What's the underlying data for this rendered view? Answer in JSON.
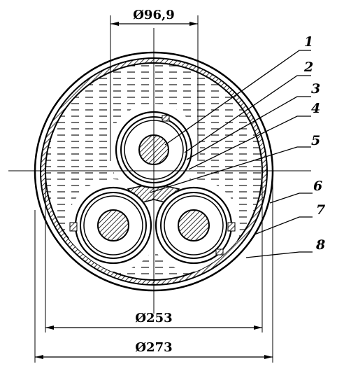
{
  "dimensions": {
    "inner_core_spacing": "Ø96,9",
    "inner_diameter": "Ø253",
    "outer_diameter": "Ø273"
  },
  "callouts": [
    "1",
    "2",
    "3",
    "4",
    "5",
    "6",
    "7",
    "8"
  ]
}
